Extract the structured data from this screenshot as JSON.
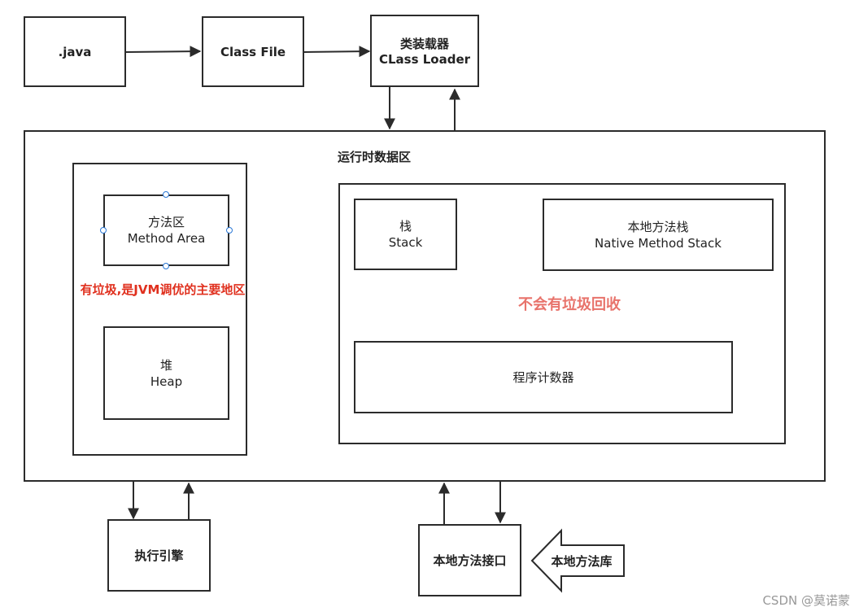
{
  "top_row": {
    "java": ".java",
    "class_file": "Class File",
    "class_loader_cn": "类装载器",
    "class_loader_en": "CLass Loader"
  },
  "runtime_area": {
    "title": "运行时数据区",
    "method_area_cn": "方法区",
    "method_area_en": "Method Area",
    "gc_note": "有垃圾,是JVM调优的主要地区",
    "heap_cn": "堆",
    "heap_en": "Heap",
    "stack_cn": "栈",
    "stack_en": "Stack",
    "native_stack_cn": "本地方法栈",
    "native_stack_en": "Native Method Stack",
    "no_gc_note": "不会有垃圾回收",
    "pc_register": "程序计数器"
  },
  "bottom_row": {
    "engine": "执行引擎",
    "native_interface": "本地方法接口",
    "native_library": "本地方法库"
  },
  "watermark": "CSDN @莫诺蒙",
  "colors": {
    "border": "#2b2b2b",
    "gc_note": "#e0301e",
    "no_gc_note": "#e8736b",
    "handle": "#2a78d6",
    "watermark": "#999999"
  }
}
